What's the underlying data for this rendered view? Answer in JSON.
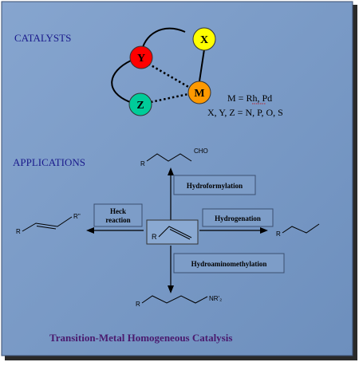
{
  "headings": {
    "catalysts": "CATALYSTS",
    "applications": "APPLICATIONS",
    "footer": "Transition-Metal Homogeneous Catalysis"
  },
  "catalyst": {
    "nodes": {
      "x": "X",
      "y": "Y",
      "z": "Z",
      "m": "M"
    },
    "legend_metal": "M = Rh, Pd",
    "legend_donors": "X, Y, Z = N, P, O, S"
  },
  "applications": {
    "hydroformylation": "Hydroformylation",
    "heck_line1": "Heck",
    "heck_line2": "reaction",
    "hydrogenation": "Hydrogenation",
    "hydroaminomethylation": "Hydroaminomethylation"
  },
  "molecules": {
    "r": "R",
    "cho": "CHO",
    "r_double_prime": "R''",
    "amine": "NR'₂"
  },
  "colors": {
    "background": "#7a9bc6",
    "heading": "#1a1a8c",
    "footer": "#4a1a6e",
    "node_x": "#ffff00",
    "node_y": "#ff0000",
    "node_z": "#00cc99",
    "node_m": "#ff9900"
  }
}
